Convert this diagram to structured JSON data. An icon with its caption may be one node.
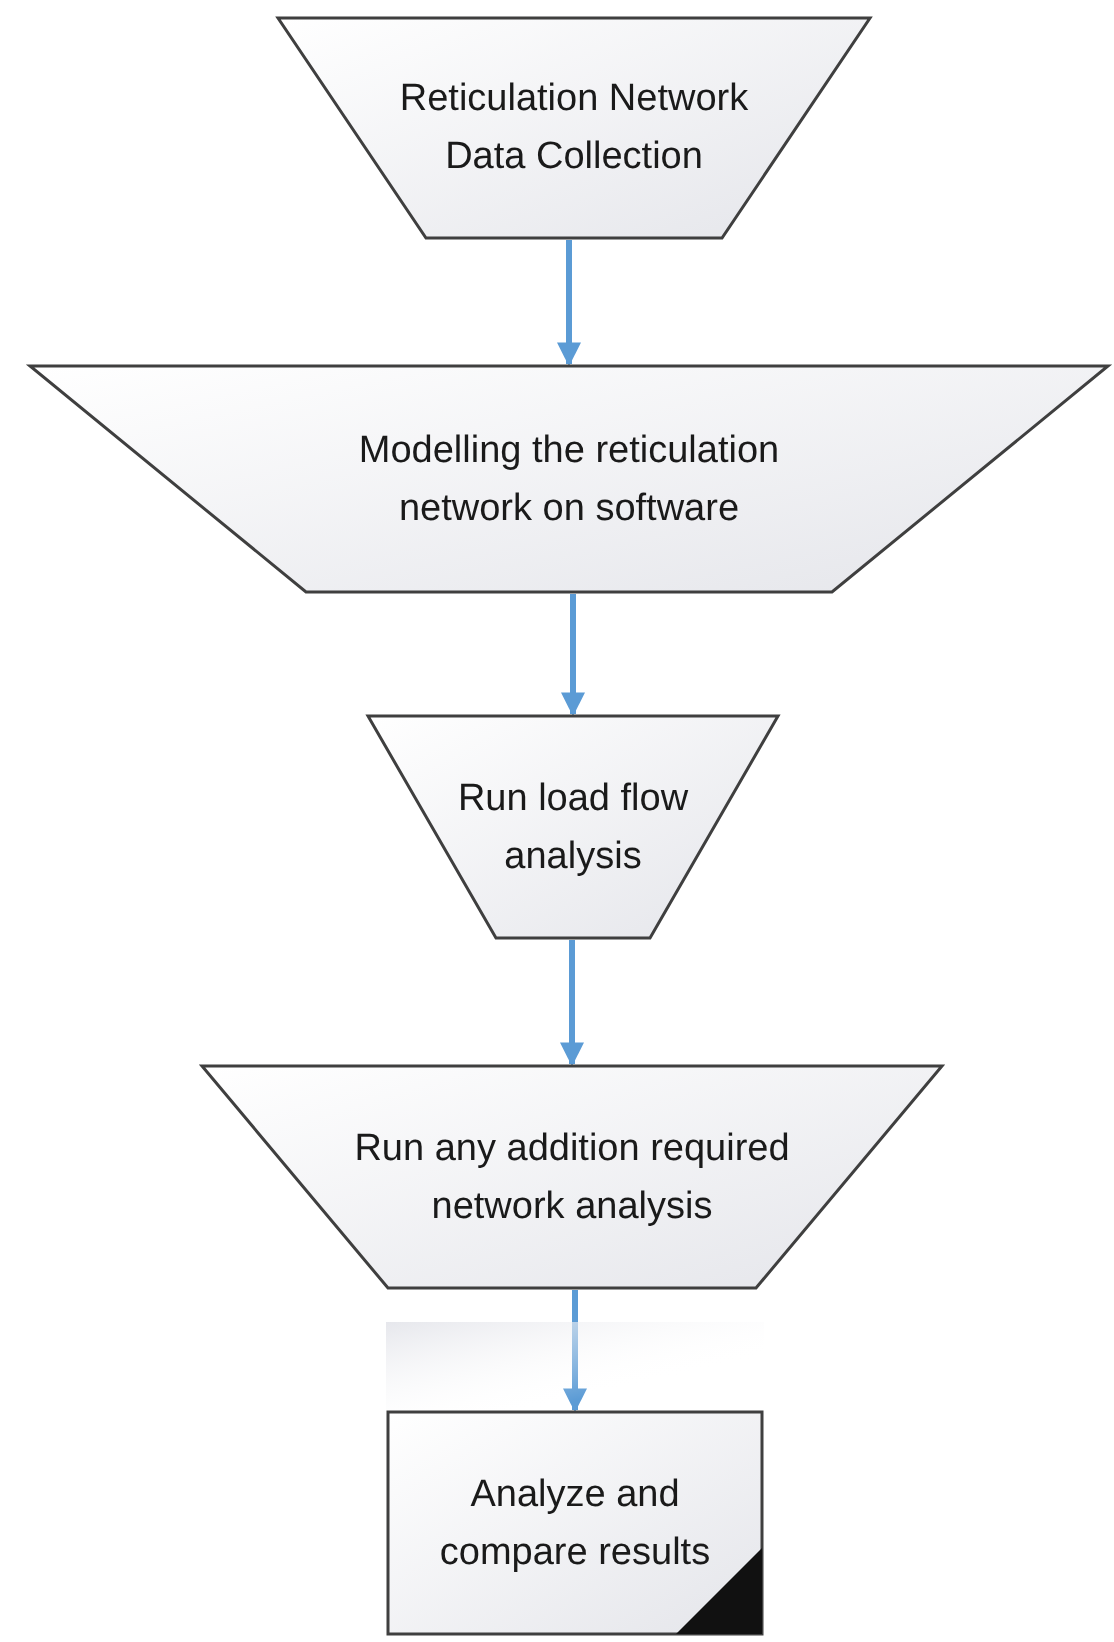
{
  "diagram": {
    "nodes": [
      {
        "text": [
          "Reticulation Network Data Collection"
        ]
      },
      {
        "text": [
          "Modelling the reticulation network on software"
        ]
      },
      {
        "text": [
          "Run load flow analysis"
        ]
      },
      {
        "text": [
          "Run any addition required network analysis"
        ]
      },
      {
        "text": [
          "Analyze and compare results"
        ]
      }
    ],
    "edges": [
      {
        "from": 0,
        "to": 1,
        "arrow": "to"
      },
      {
        "from": 1,
        "to": 2,
        "arrow": "to"
      },
      {
        "from": 2,
        "to": 3,
        "arrow": "to"
      },
      {
        "from": 3,
        "to": 4,
        "arrow": "to"
      }
    ]
  }
}
